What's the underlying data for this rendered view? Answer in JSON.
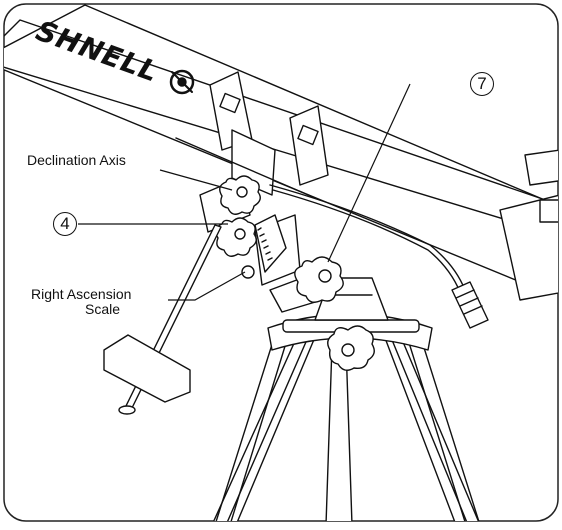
{
  "brand": {
    "name": "SHNELL"
  },
  "labels": {
    "declination_axis": "Declination Axis",
    "right_ascension_line1": "Right Ascension",
    "right_ascension_line2": "Scale"
  },
  "callouts": {
    "left": "4",
    "top": "7"
  }
}
